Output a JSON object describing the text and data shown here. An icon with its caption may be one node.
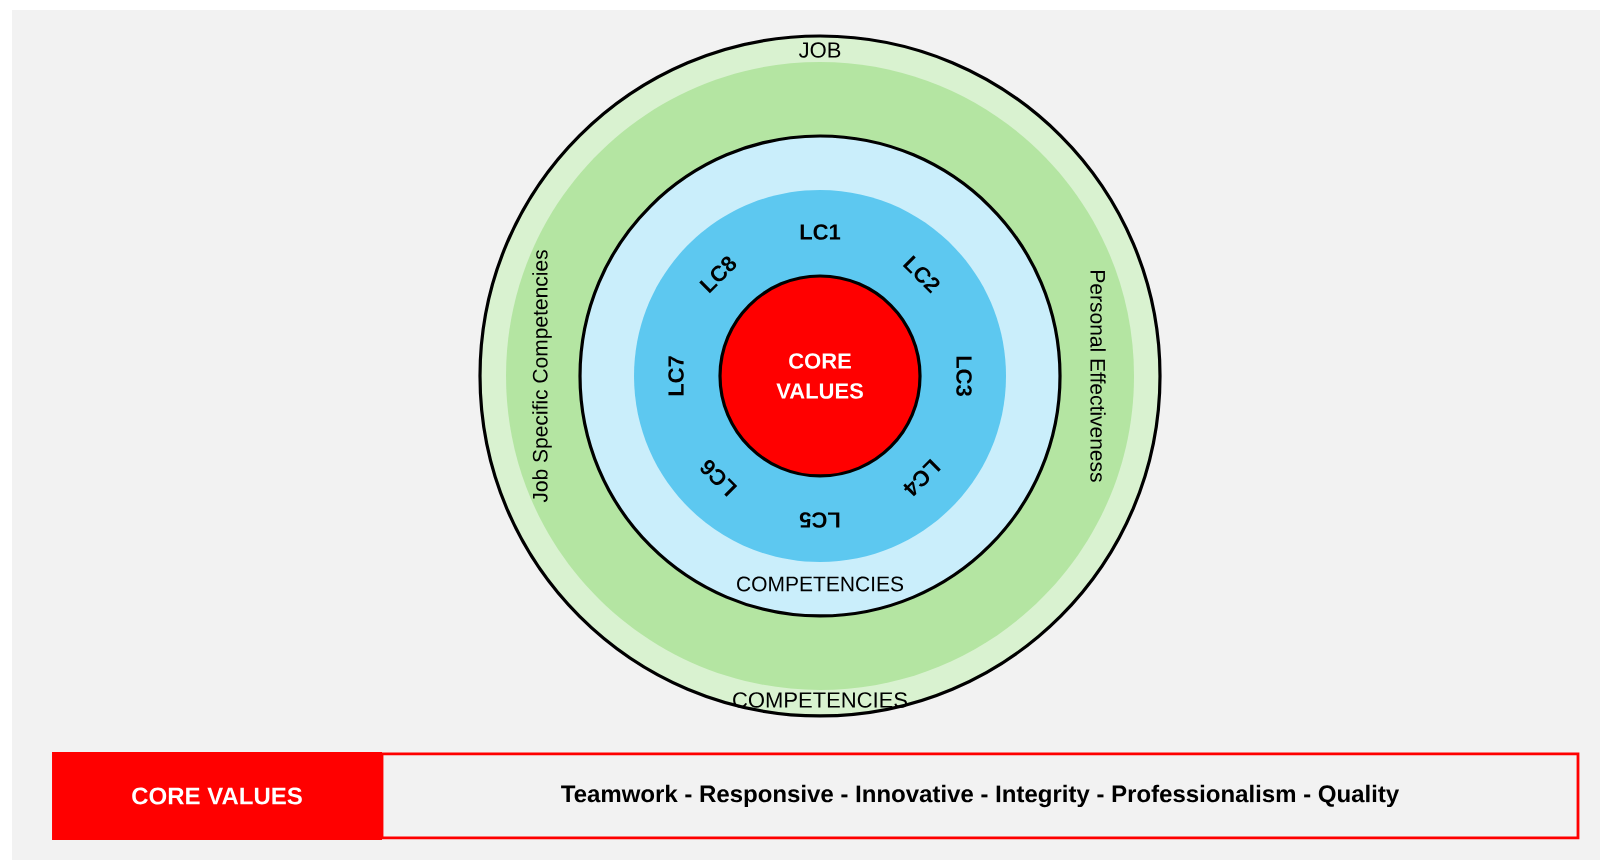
{
  "diagram": {
    "nodes": [
      {
        "text": [
          "JOB",
          "Job Specific Competencies",
          "Personal Effectiveness",
          "COMPETENCIES"
        ]
      },
      {
        "text": [
          "COMPETENCIES"
        ],
        "in": 0
      },
      {
        "text": [
          "LC1",
          "LC2",
          "LC3",
          "LC4",
          "LC5",
          "LC6",
          "LC7",
          "LC8"
        ],
        "in": 1
      },
      {
        "text": [
          "CORE VALUES"
        ],
        "in": 2
      },
      {
        "text": [
          "CORE VALUES"
        ]
      },
      {
        "text": [
          "Teamwork - Responsive - Innovative - Integrity - Professionalism - Quality"
        ]
      }
    ]
  }
}
